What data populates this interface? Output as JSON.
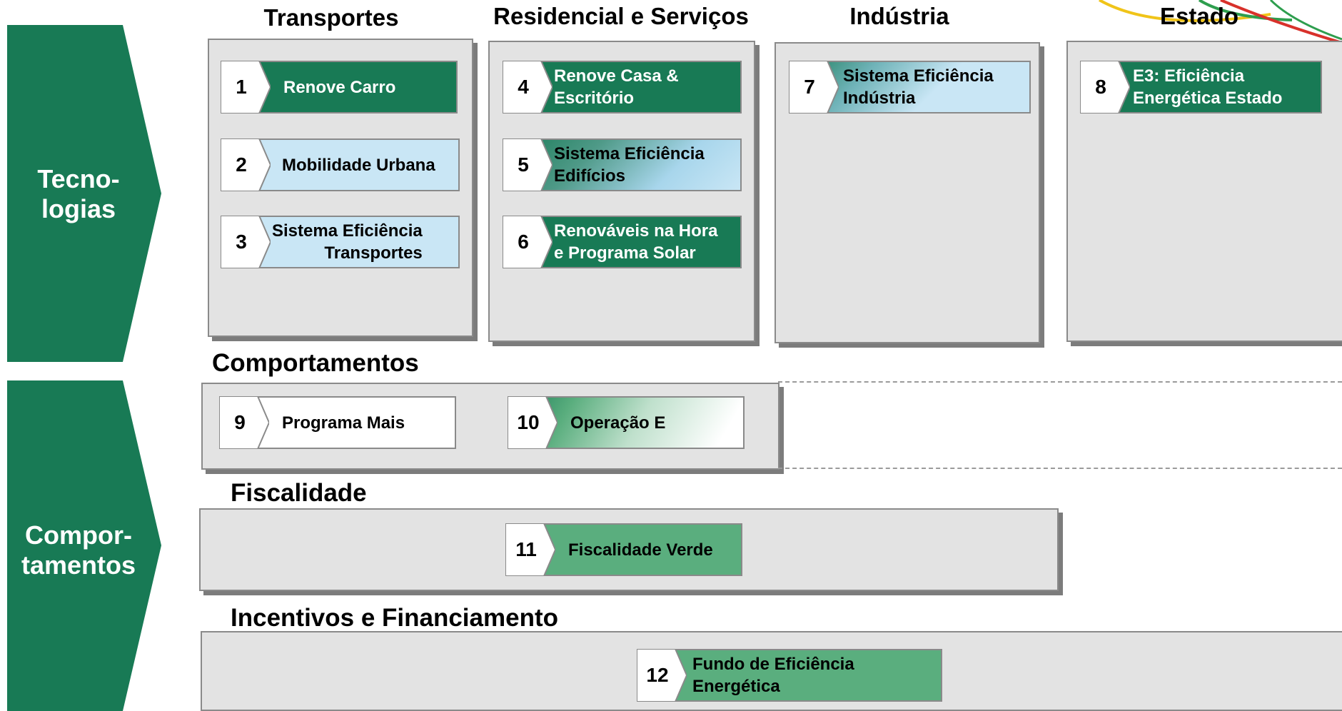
{
  "colors": {
    "dark_green": "#187a55",
    "medium_green": "#5aae7e",
    "light_blue": "#c9e6f5",
    "panel_gray": "#e3e3e3",
    "white": "#ffffff"
  },
  "side_labels": {
    "tecnologias": "Tecno-\nlogias",
    "comportamentos": "Compor-\ntamentos"
  },
  "columns": {
    "transportes": "Transportes",
    "residencial": "Residencial e Serviços",
    "industria": "Indústria",
    "estado": "Estado"
  },
  "sections": {
    "comportamentos": "Comportamentos",
    "fiscalidade": "Fiscalidade",
    "incentivos": "Incentivos e Financiamento"
  },
  "items": [
    {
      "num": "1",
      "label": "Renove Carro",
      "fill": "dark_green"
    },
    {
      "num": "2",
      "label": "Mobilidade Urbana",
      "fill": "light_blue"
    },
    {
      "num": "3",
      "label": "Sistema  Eficiência\nTransportes",
      "fill": "light_blue"
    },
    {
      "num": "4",
      "label": "Renove Casa &\nEscritório",
      "fill": "dark_green"
    },
    {
      "num": "5",
      "label": "Sistema Eficiência\nEdifícios",
      "fill": "gradient_green_blue"
    },
    {
      "num": "6",
      "label": "Renováveis na Hora\ne Programa Solar",
      "fill": "dark_green"
    },
    {
      "num": "7",
      "label": "Sistema Eficiência\nIndústria",
      "fill": "gradient_green_blue"
    },
    {
      "num": "8",
      "label": "E3: Eficiência\nEnergética Estado",
      "fill": "dark_green"
    },
    {
      "num": "9",
      "label": "Programa Mais",
      "fill": "white"
    },
    {
      "num": "10",
      "label": "Operação E",
      "fill": "gradient_green_white"
    },
    {
      "num": "11",
      "label": "Fiscalidade Verde",
      "fill": "medium_green"
    },
    {
      "num": "12",
      "label": "Fundo de Eficiência\nEnergética",
      "fill": "medium_green"
    }
  ]
}
